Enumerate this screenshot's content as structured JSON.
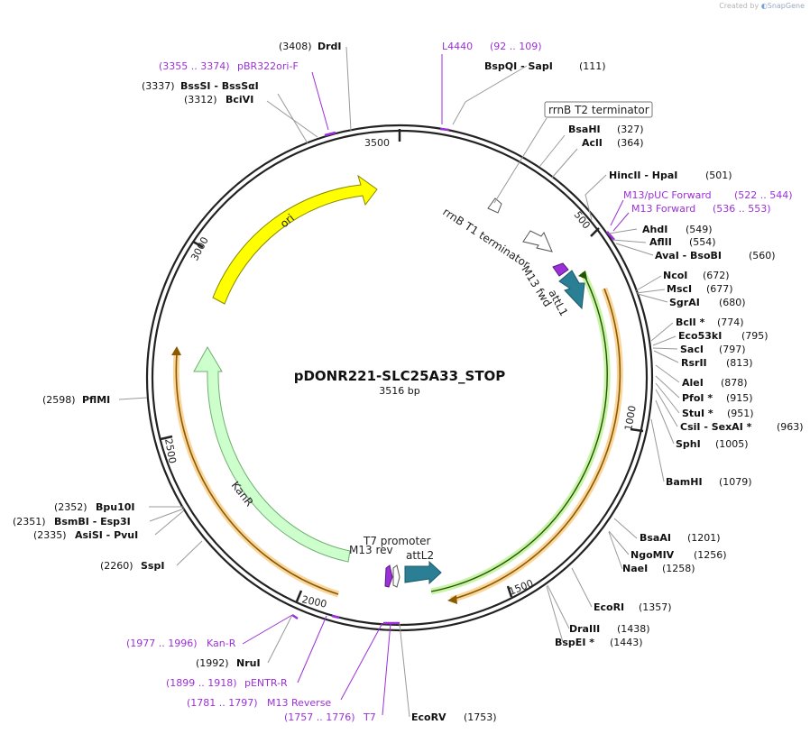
{
  "branding": {
    "prefix": "Created by",
    "brand": "SnapGene"
  },
  "plasmid": {
    "name": "pDONR221-SLC25A33_STOP",
    "size_label": "3516 bp",
    "length": 3516
  },
  "ticks": [
    "500",
    "1000",
    "1500",
    "2000",
    "2500",
    "3000",
    "3500"
  ],
  "colors": {
    "backbone": "#222222",
    "primer": "#9b30d9",
    "ori": "#ffff00",
    "kanr": "#ccffcc",
    "kanr_stroke": "#7fbf7f",
    "attl": "#2a7f94",
    "orange": "#f5a623",
    "green": "#66cc00"
  },
  "features": [
    {
      "name": "ori",
      "label": "ori"
    },
    {
      "name": "kanr",
      "label": "KanR"
    },
    {
      "name": "attl1",
      "label": "attL1"
    },
    {
      "name": "attl2",
      "label": "attL2"
    },
    {
      "name": "rrnb-t1",
      "label": "rrnB T1 terminator"
    },
    {
      "name": "rrnb-t2",
      "label": "rrnB T2 terminator"
    },
    {
      "name": "m13-fwd",
      "label": "M13 fwd"
    },
    {
      "name": "m13-rev",
      "label": "M13 rev"
    },
    {
      "name": "t7-promoter",
      "label": "T7 promoter"
    }
  ],
  "sites": [
    {
      "id": "drdi",
      "pos": "(3408)",
      "name": "DrdI"
    },
    {
      "id": "bsssi",
      "pos": "(3337)",
      "name": "BssSI - BssSαI"
    },
    {
      "id": "bcivi",
      "pos": "(3312)",
      "name": "BciVI"
    },
    {
      "id": "bspqi",
      "name": "BspQI - SapI",
      "pos": "(111)"
    },
    {
      "id": "bsahi",
      "name": "BsaHI",
      "pos": "(327)"
    },
    {
      "id": "acli",
      "name": "AclI",
      "pos": "(364)"
    },
    {
      "id": "hincii",
      "name": "HincII - HpaI",
      "pos": "(501)"
    },
    {
      "id": "ahdi",
      "name": "AhdI",
      "pos": "(549)"
    },
    {
      "id": "aflii",
      "name": "AflII",
      "pos": "(554)"
    },
    {
      "id": "avai",
      "name": "AvaI - BsoBI",
      "pos": "(560)"
    },
    {
      "id": "ncoi",
      "name": "NcoI",
      "pos": "(672)"
    },
    {
      "id": "msci",
      "name": "MscI",
      "pos": "(677)"
    },
    {
      "id": "sgrai",
      "name": "SgrAI",
      "pos": "(680)"
    },
    {
      "id": "bcli",
      "name": "BclI *",
      "pos": "(774)"
    },
    {
      "id": "eco53ki",
      "name": "Eco53kI",
      "pos": "(795)"
    },
    {
      "id": "saci",
      "name": "SacI",
      "pos": "(797)"
    },
    {
      "id": "rsrii",
      "name": "RsrII",
      "pos": "(813)"
    },
    {
      "id": "alei",
      "name": "AleI",
      "pos": "(878)"
    },
    {
      "id": "pfoi",
      "name": "PfoI *",
      "pos": "(915)"
    },
    {
      "id": "stui",
      "name": "StuI *",
      "pos": "(951)"
    },
    {
      "id": "csii",
      "name": "CsiI - SexAI *",
      "pos": "(963)"
    },
    {
      "id": "sphi",
      "name": "SphI",
      "pos": "(1005)"
    },
    {
      "id": "bamhi",
      "name": "BamHI",
      "pos": "(1079)"
    },
    {
      "id": "bsaai",
      "name": "BsaAI",
      "pos": "(1201)"
    },
    {
      "id": "ngomiv",
      "name": "NgoMIV",
      "pos": "(1256)"
    },
    {
      "id": "naei",
      "name": "NaeI",
      "pos": "(1258)"
    },
    {
      "id": "ecori",
      "name": "EcoRI",
      "pos": "(1357)"
    },
    {
      "id": "draiii",
      "name": "DraIII",
      "pos": "(1438)"
    },
    {
      "id": "bspei",
      "name": "BspEI *",
      "pos": "(1443)"
    },
    {
      "id": "ecorv",
      "name": "EcoRV",
      "pos": "(1753)"
    },
    {
      "id": "nrui",
      "pos": "(1992)",
      "name": "NruI"
    },
    {
      "id": "sspi",
      "pos": "(2260)",
      "name": "SspI"
    },
    {
      "id": "bpu10i",
      "pos": "(2352)",
      "name": "Bpu10I"
    },
    {
      "id": "bsmbi",
      "pos": "(2351)",
      "name": "BsmBI - Esp3I"
    },
    {
      "id": "asisi",
      "pos": "(2335)",
      "name": "AsiSI - PvuI"
    },
    {
      "id": "pflmi",
      "pos": "(2598)",
      "name": "PflMI"
    }
  ],
  "primers": [
    {
      "id": "l4440",
      "name": "L4440",
      "range": "(92 .. 109)"
    },
    {
      "id": "pbr322",
      "name": "pBR322ori-F",
      "range": "(3355 .. 3374)"
    },
    {
      "id": "m13puc",
      "name": "M13/pUC Forward",
      "range": "(522 .. 544)"
    },
    {
      "id": "m13fwd",
      "name": "M13 Forward",
      "range": "(536 .. 553)"
    },
    {
      "id": "kanr-primer",
      "name": "Kan-R",
      "range": "(1977 .. 1996)"
    },
    {
      "id": "pentr-r",
      "name": "pENTR-R",
      "range": "(1899 .. 1918)"
    },
    {
      "id": "m13rev",
      "name": "M13 Reverse",
      "range": "(1781 .. 1797)"
    },
    {
      "id": "t7",
      "name": "T7",
      "range": "(1757 .. 1776)"
    }
  ]
}
